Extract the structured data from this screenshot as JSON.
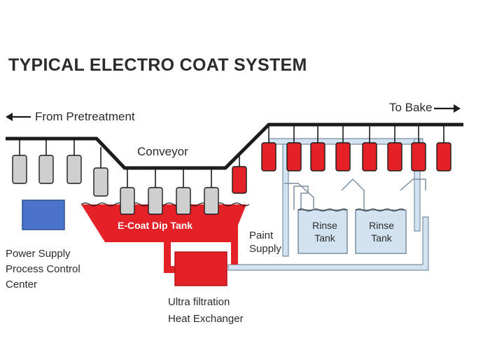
{
  "title": "TYPICAL ELECTRO COAT SYSTEM",
  "labels": {
    "from_pretreatment": "From Pretreatment",
    "to_bake": "To Bake",
    "conveyor": "Conveyor",
    "ecoat_dip_tank": "E-Coat Dip Tank",
    "paint_supply": [
      "Paint",
      "Supply"
    ],
    "rinse_tank_1": [
      "Rinse",
      "Tank"
    ],
    "rinse_tank_2": [
      "Rinse",
      "Tank"
    ],
    "power_supply": [
      "Power Supply",
      "Process Control",
      "Center"
    ],
    "ultra_filtration": [
      "Ultra filtration",
      "Heat Exchanger"
    ]
  },
  "colors": {
    "paint_red": "#e42127",
    "part_gray": "#cfcfcf",
    "power_blue": "#4a74c9",
    "pipe_light_blue": "#d3e2f0",
    "pipe_outline": "#7a8ea3",
    "conveyor_black": "#1c1c1c"
  }
}
